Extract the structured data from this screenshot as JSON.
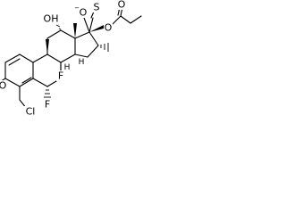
{
  "structure": {
    "atoms": {
      "o_carbonyl_ring_a": "O",
      "cl": "Cl",
      "f_6": "F",
      "f_9": "F",
      "oh_11": "OH",
      "h_8": "H",
      "h_14": "H",
      "o_thio": "O",
      "o_thio_charge": "−",
      "s": "S",
      "o_ester": "O",
      "o_ester_carbonyl": "O"
    }
  }
}
